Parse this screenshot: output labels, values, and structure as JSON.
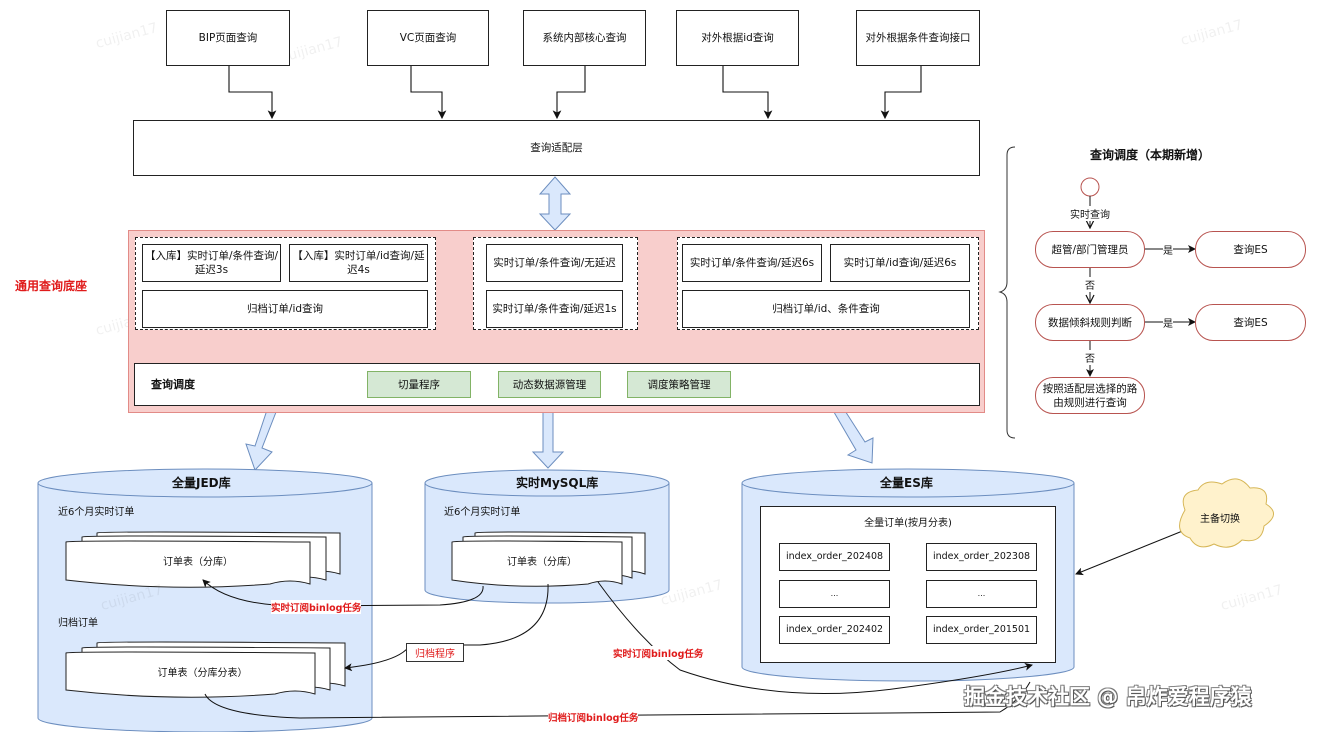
{
  "sources": [
    {
      "label": "BIP页面查询"
    },
    {
      "label": "VC页面查询"
    },
    {
      "label": "系统内部核心查询"
    },
    {
      "label": "对外根据id查询"
    },
    {
      "label": "对外根据条件查询接口"
    }
  ],
  "adapter_layer": {
    "label": "查询适配层"
  },
  "base": {
    "side_label": "通用查询底座",
    "group_left": {
      "items": [
        {
          "label": "【入库】实时订单/条件查询/延迟3s"
        },
        {
          "label": "【入库】实时订单/id查询/延迟4s"
        },
        {
          "label": "归档订单/id查询"
        }
      ]
    },
    "group_middle": {
      "items": [
        {
          "label": "实时订单/条件查询/无延迟"
        },
        {
          "label": "实时订单/条件查询/延迟1s"
        }
      ]
    },
    "group_right": {
      "items": [
        {
          "label": "实时订单/条件查询/延迟6s"
        },
        {
          "label": "实时订单/id查询/延迟6s"
        },
        {
          "label": "归档订单/id、条件查询"
        }
      ]
    },
    "scheduler": {
      "label": "查询调度",
      "modules": [
        {
          "label": "切量程序"
        },
        {
          "label": "动态数据源管理"
        },
        {
          "label": "调度策略管理"
        }
      ]
    }
  },
  "flow": {
    "title": "查询调度（本期新增）",
    "start_edge_label": "实时查询",
    "decision1": "超管/部门管理员",
    "decision2": "数据倾斜规则判断",
    "yes_label": "是",
    "no_label": "否",
    "result_es_1": "查询ES",
    "result_es_2": "查询ES",
    "fallback": "按照适配层选择的路由规则进行查询"
  },
  "jed": {
    "title": "全量JED库",
    "section1": "近6个月实时订单",
    "table1": "订单表（分库）",
    "section2": "归档订单",
    "table2": "订单表（分库分表）"
  },
  "mysql": {
    "title": "实时MySQL库",
    "section": "近6个月实时订单",
    "table": "订单表（分库）"
  },
  "es": {
    "title": "全量ES库",
    "inner_title": "全量订单(按月分表)",
    "indices": [
      [
        "index_order_202408",
        "index_order_202308"
      ],
      [
        "...",
        "..."
      ],
      [
        "index_order_202402",
        "index_order_201501"
      ]
    ]
  },
  "edges": {
    "realtime_binlog_1": "实时订阅binlog任务",
    "archive_program": "归档程序",
    "realtime_binlog_2": "实时订阅binlog任务",
    "archive_binlog": "归档订阅binlog任务"
  },
  "cloud": {
    "label": "主备切换"
  },
  "watermark": {
    "text": "cuijian17"
  },
  "signature": {
    "text": "掘金技术社区 @ 帛炸爱程序猿"
  }
}
